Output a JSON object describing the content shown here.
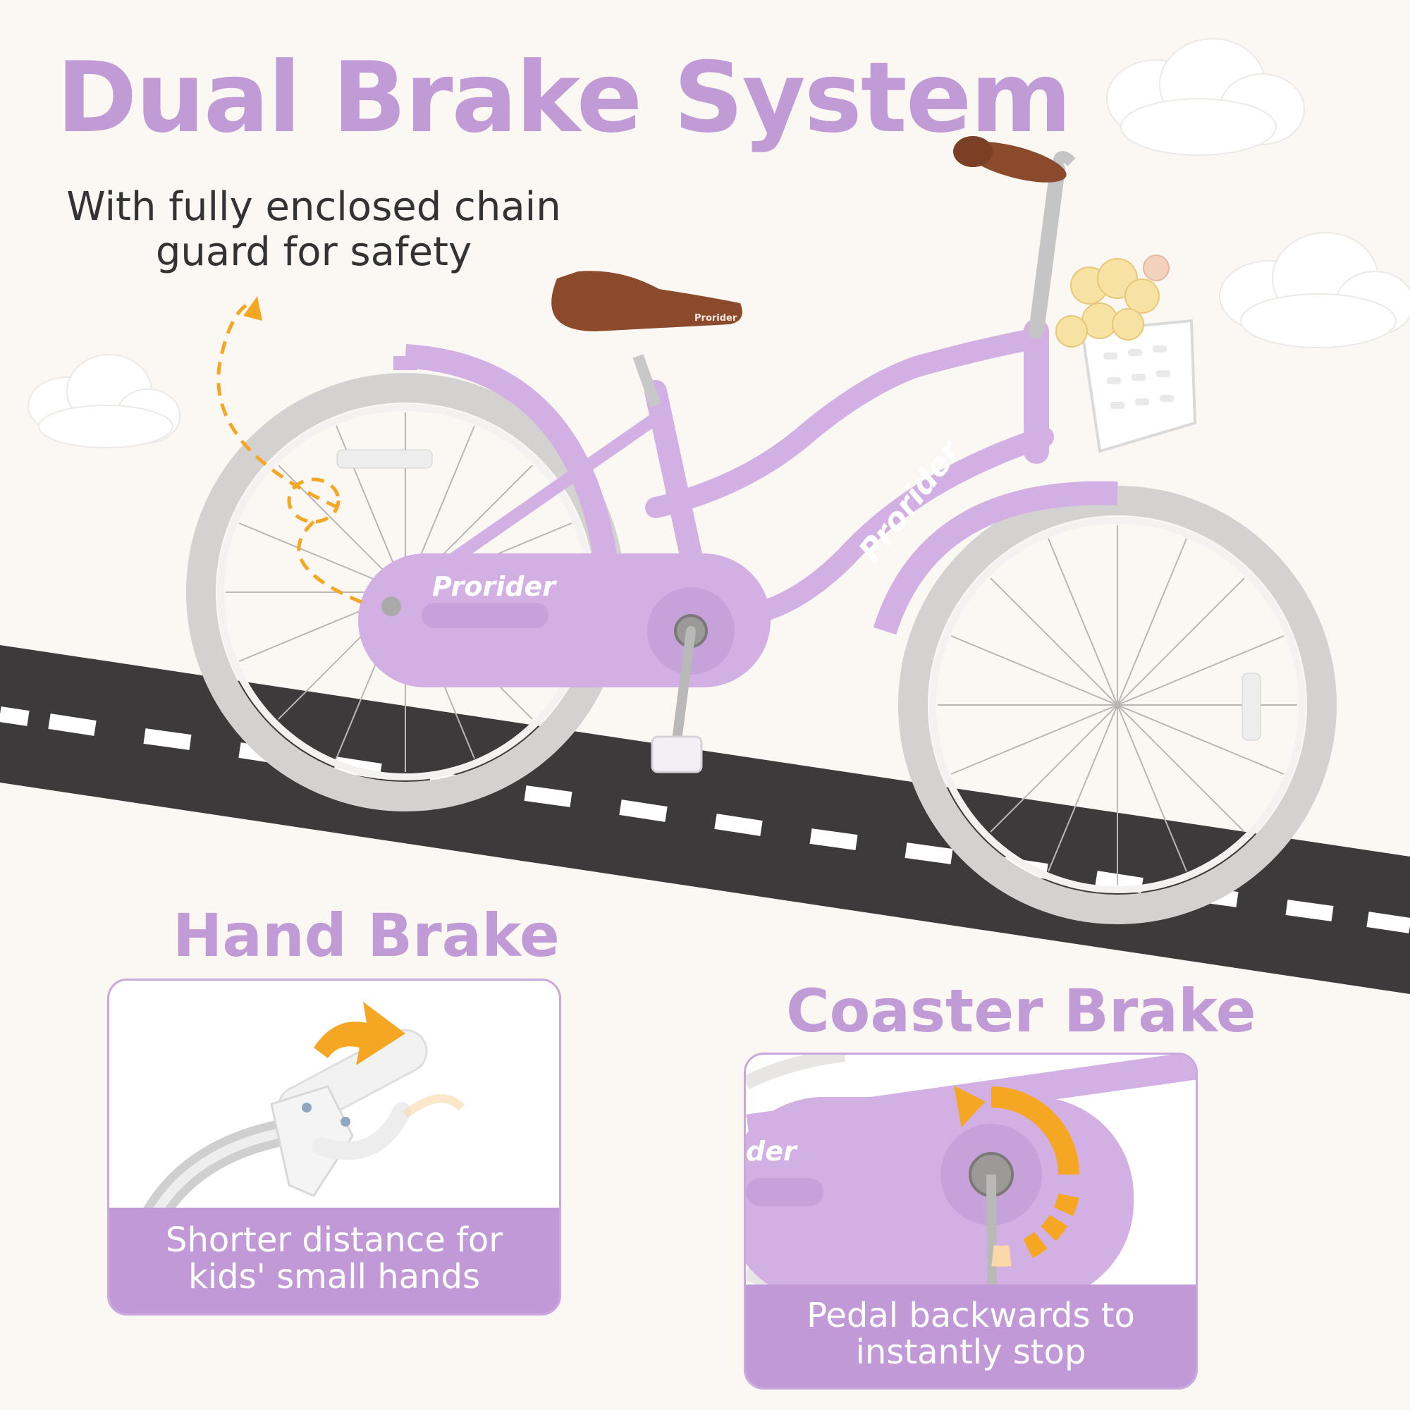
{
  "headline": "Dual Brake System",
  "subtitle": {
    "line1": "With fully enclosed chain",
    "line2": "guard for safety"
  },
  "brand": "Prorider",
  "saddle_brand": "Prorider",
  "coaster_card_brand_fragment": "der",
  "hand_brake": {
    "title": "Hand Brake",
    "caption_line1": "Shorter distance for",
    "caption_line2": "kids' small hands"
  },
  "coaster_brake": {
    "title": "Coaster Brake",
    "caption_line1": "Pedal backwards to",
    "caption_line2": "instantly stop"
  },
  "colors": {
    "accent_purple": "#c19bd6",
    "frame_purple": "#d3b0e4",
    "arrow_orange": "#f5a623",
    "road": "#3d3a3b",
    "background": "#fbf8f4"
  },
  "icons": [
    "cloud-icon",
    "dashed-arrow-icon",
    "curved-arrow-icon",
    "rotation-arrow-icon"
  ]
}
